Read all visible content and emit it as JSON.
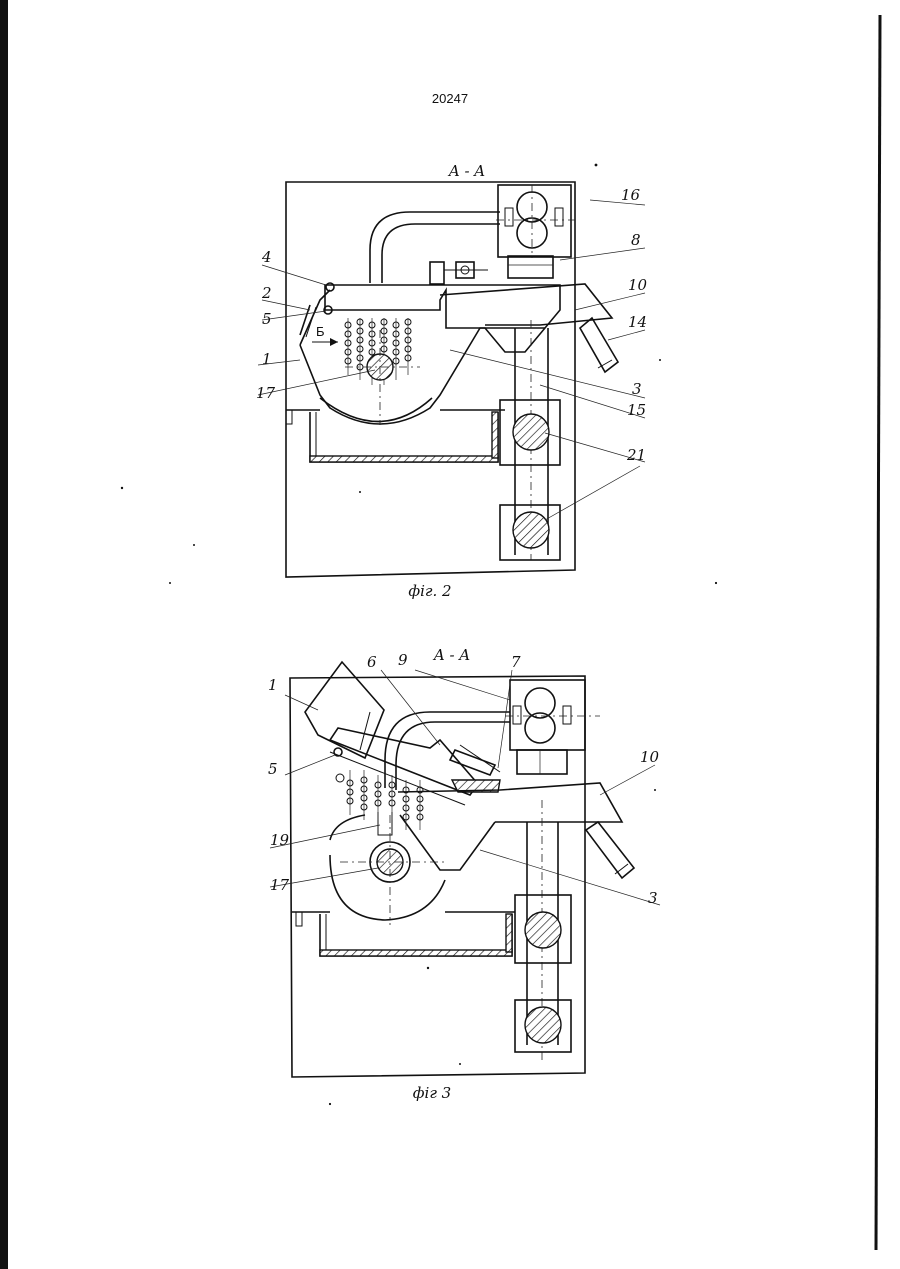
{
  "page": {
    "number": "20247",
    "background": "#ffffff",
    "ink_color": "#111111"
  },
  "fig2": {
    "section": "A - A",
    "caption": "фiг. 2",
    "arrow_label": "Б",
    "callouts": [
      "16",
      "8",
      "10",
      "14",
      "3",
      "15",
      "21",
      "4",
      "2",
      "5",
      "1",
      "17"
    ]
  },
  "fig3": {
    "section": "A - A",
    "caption": "фiг 3",
    "callouts": [
      "6",
      "9",
      "7",
      "1",
      "5",
      "10",
      "19",
      "17",
      "3"
    ]
  }
}
